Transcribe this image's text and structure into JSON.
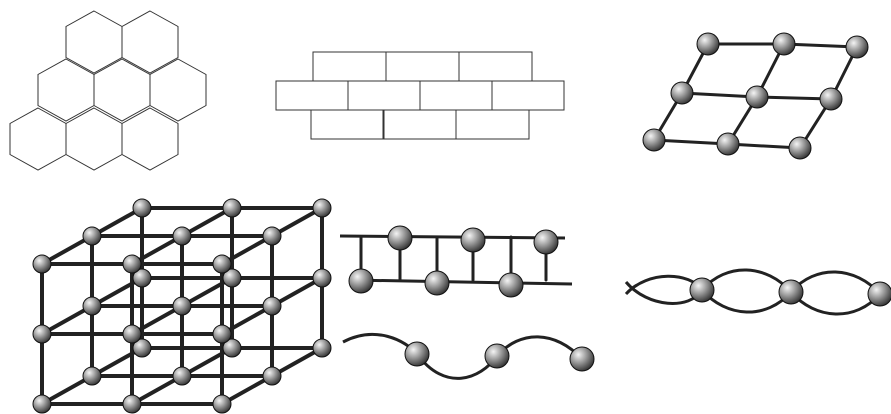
{
  "figure": {
    "panels": [
      {
        "id": "honeycomb",
        "kind": "hexagonal-tiling",
        "rows": [
          2,
          3,
          3
        ]
      },
      {
        "id": "brick-wall",
        "kind": "brick-tiling",
        "rows": [
          3,
          4,
          3
        ]
      },
      {
        "id": "square-lattice",
        "kind": "2d-ball-stick-lattice",
        "grid": [
          3,
          3
        ]
      },
      {
        "id": "cubic-lattice",
        "kind": "3d-ball-stick-lattice",
        "grid": [
          3,
          3,
          3
        ]
      },
      {
        "id": "chains",
        "kind": "ladder-and-wave-chains"
      },
      {
        "id": "beaded-chain",
        "kind": "bead-chain",
        "beads": 3
      }
    ],
    "colors": {
      "line": "#222222",
      "ink": "#111111",
      "sphere_light": "#f4f4f4",
      "sphere_mid": "#9a9a9a",
      "sphere_dark": "#2a2a2a"
    }
  }
}
